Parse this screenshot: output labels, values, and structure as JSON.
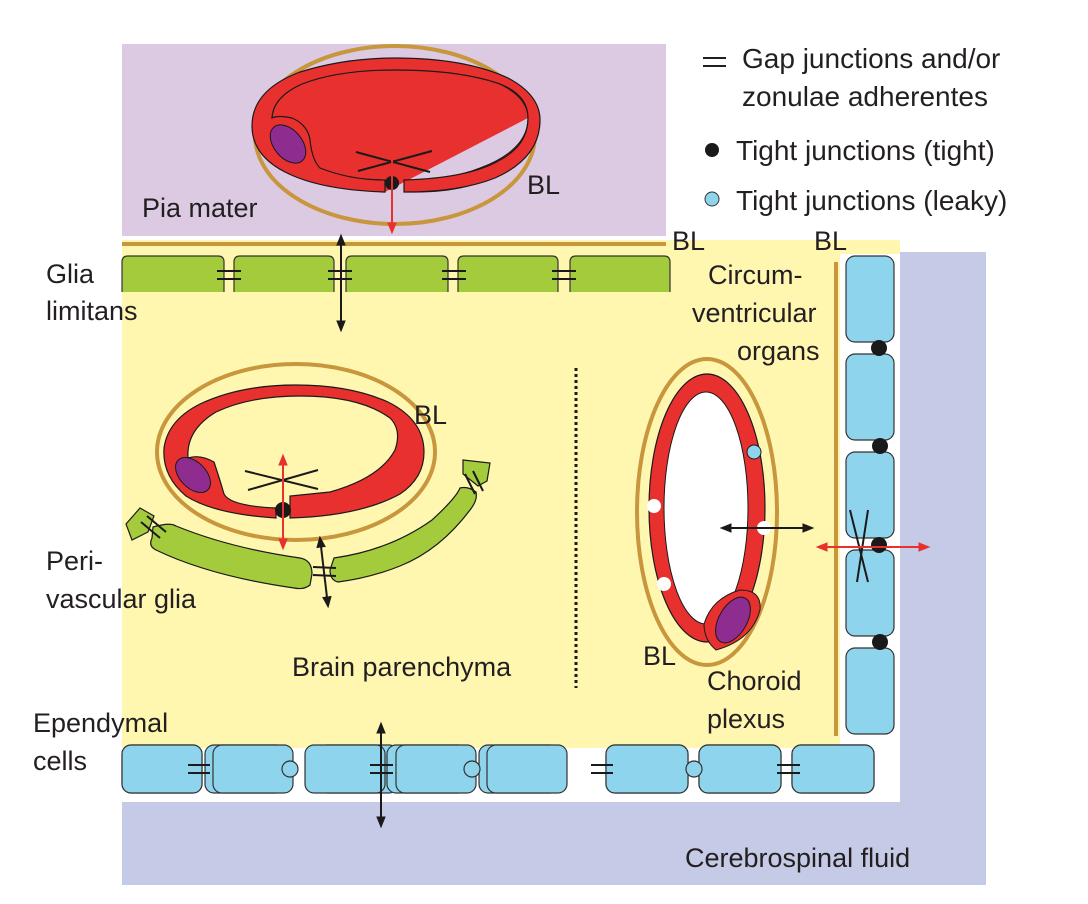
{
  "colors": {
    "pia_mater": "#dccae3",
    "parenchyma": "#fff6b0",
    "csf": "#c5cae6",
    "vessel_wall": "#e8312f",
    "nucleus": "#8e2d8f",
    "basal_lamina": "#c8963c",
    "glia": "#a3cb3b",
    "ependymal": "#8dd4ec",
    "tight_junction": "#1a1a1a",
    "leaky_junction": "#8dd4ec",
    "transport_arrow": "#1a1a1a",
    "blocked_arrow": "#e8312f"
  },
  "legend": {
    "gap": {
      "symbol": "gap-junction-symbol",
      "line1": "Gap junctions and/or",
      "line2": "zonulae adherentes"
    },
    "tight": {
      "symbol": "tight-junction-dot",
      "label": "Tight junctions (tight)"
    },
    "leaky": {
      "symbol": "leaky-junction-dot",
      "label": "Tight junctions (leaky)"
    }
  },
  "labels": {
    "pia_mater": "Pia mater",
    "bl": "BL",
    "glia_limitans_1": "Glia",
    "glia_limitans_2": "limitans",
    "cvo_1": "Circum-",
    "cvo_2": "ventricular",
    "cvo_3": "organs",
    "perivascular_1": "Peri-",
    "perivascular_2": "vascular glia",
    "brain_parenchyma": "Brain parenchyma",
    "choroid_1": "Choroid",
    "choroid_2": "plexus",
    "ependymal_1": "Ependymal",
    "ependymal_2": "cells",
    "csf": "Cerebrospinal fluid"
  }
}
